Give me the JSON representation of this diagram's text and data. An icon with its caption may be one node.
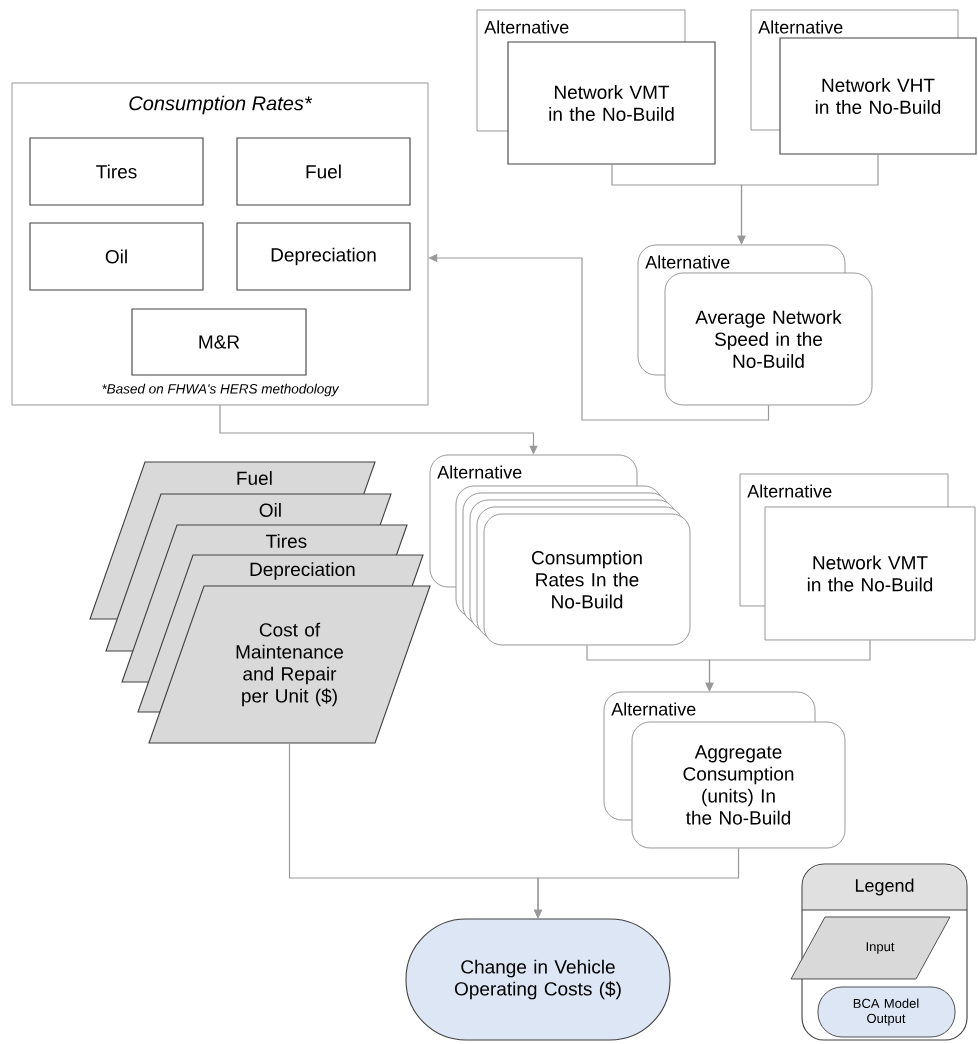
{
  "diagram": {
    "nodes": [
      {
        "text": [
          "Consumption Rates*",
          "*Based on FHWA's HERS methodology"
        ]
      },
      {
        "text": [
          "Tires"
        ],
        "in": 0
      },
      {
        "text": [
          "Fuel"
        ],
        "in": 0
      },
      {
        "text": [
          "Oil"
        ],
        "in": 0
      },
      {
        "text": [
          "Depreciation"
        ],
        "in": 0
      },
      {
        "text": [
          "M&R"
        ],
        "in": 0
      },
      {
        "text": [
          "Alternative",
          "Network VMT in the No-Build"
        ]
      },
      {
        "text": [
          "Alternative",
          "Network VHT in the No-Build"
        ]
      },
      {
        "text": [
          "Alternative",
          "Average Network Speed in the No-Build"
        ]
      },
      {
        "text": [
          "Fuel",
          "Oil",
          "Tires",
          "Depreciation",
          "Cost of Maintenance and Repair per Unit ($)"
        ]
      },
      {
        "text": [
          "Alternative",
          "Consumption Rates In the No-Build"
        ]
      },
      {
        "text": [
          "Alternative",
          "Network VMT in the No-Build"
        ]
      },
      {
        "text": [
          "Alternative",
          "Aggregate Consumption (units) In the No-Build"
        ]
      },
      {
        "text": [
          "Change in Vehicle Operating Costs ($)"
        ]
      }
    ],
    "edges": [
      {
        "from": 6,
        "to": 8,
        "arrow": "to"
      },
      {
        "from": 7,
        "to": 8,
        "arrow": "to"
      },
      {
        "from": 8,
        "to": 0,
        "arrow": "to"
      },
      {
        "from": 0,
        "to": 10,
        "arrow": "to"
      },
      {
        "from": 10,
        "to": 12,
        "arrow": "to"
      },
      {
        "from": 11,
        "to": 12,
        "arrow": "to"
      },
      {
        "from": 9,
        "to": 13,
        "arrow": "to"
      },
      {
        "from": 12,
        "to": 13,
        "arrow": "to"
      }
    ],
    "labels": [
      "Legend"
    ],
    "legend": [
      {
        "text": "Input",
        "color": "#d9d9d9"
      },
      {
        "text": "BCA Model Output",
        "color": "#dde6f5"
      }
    ]
  }
}
